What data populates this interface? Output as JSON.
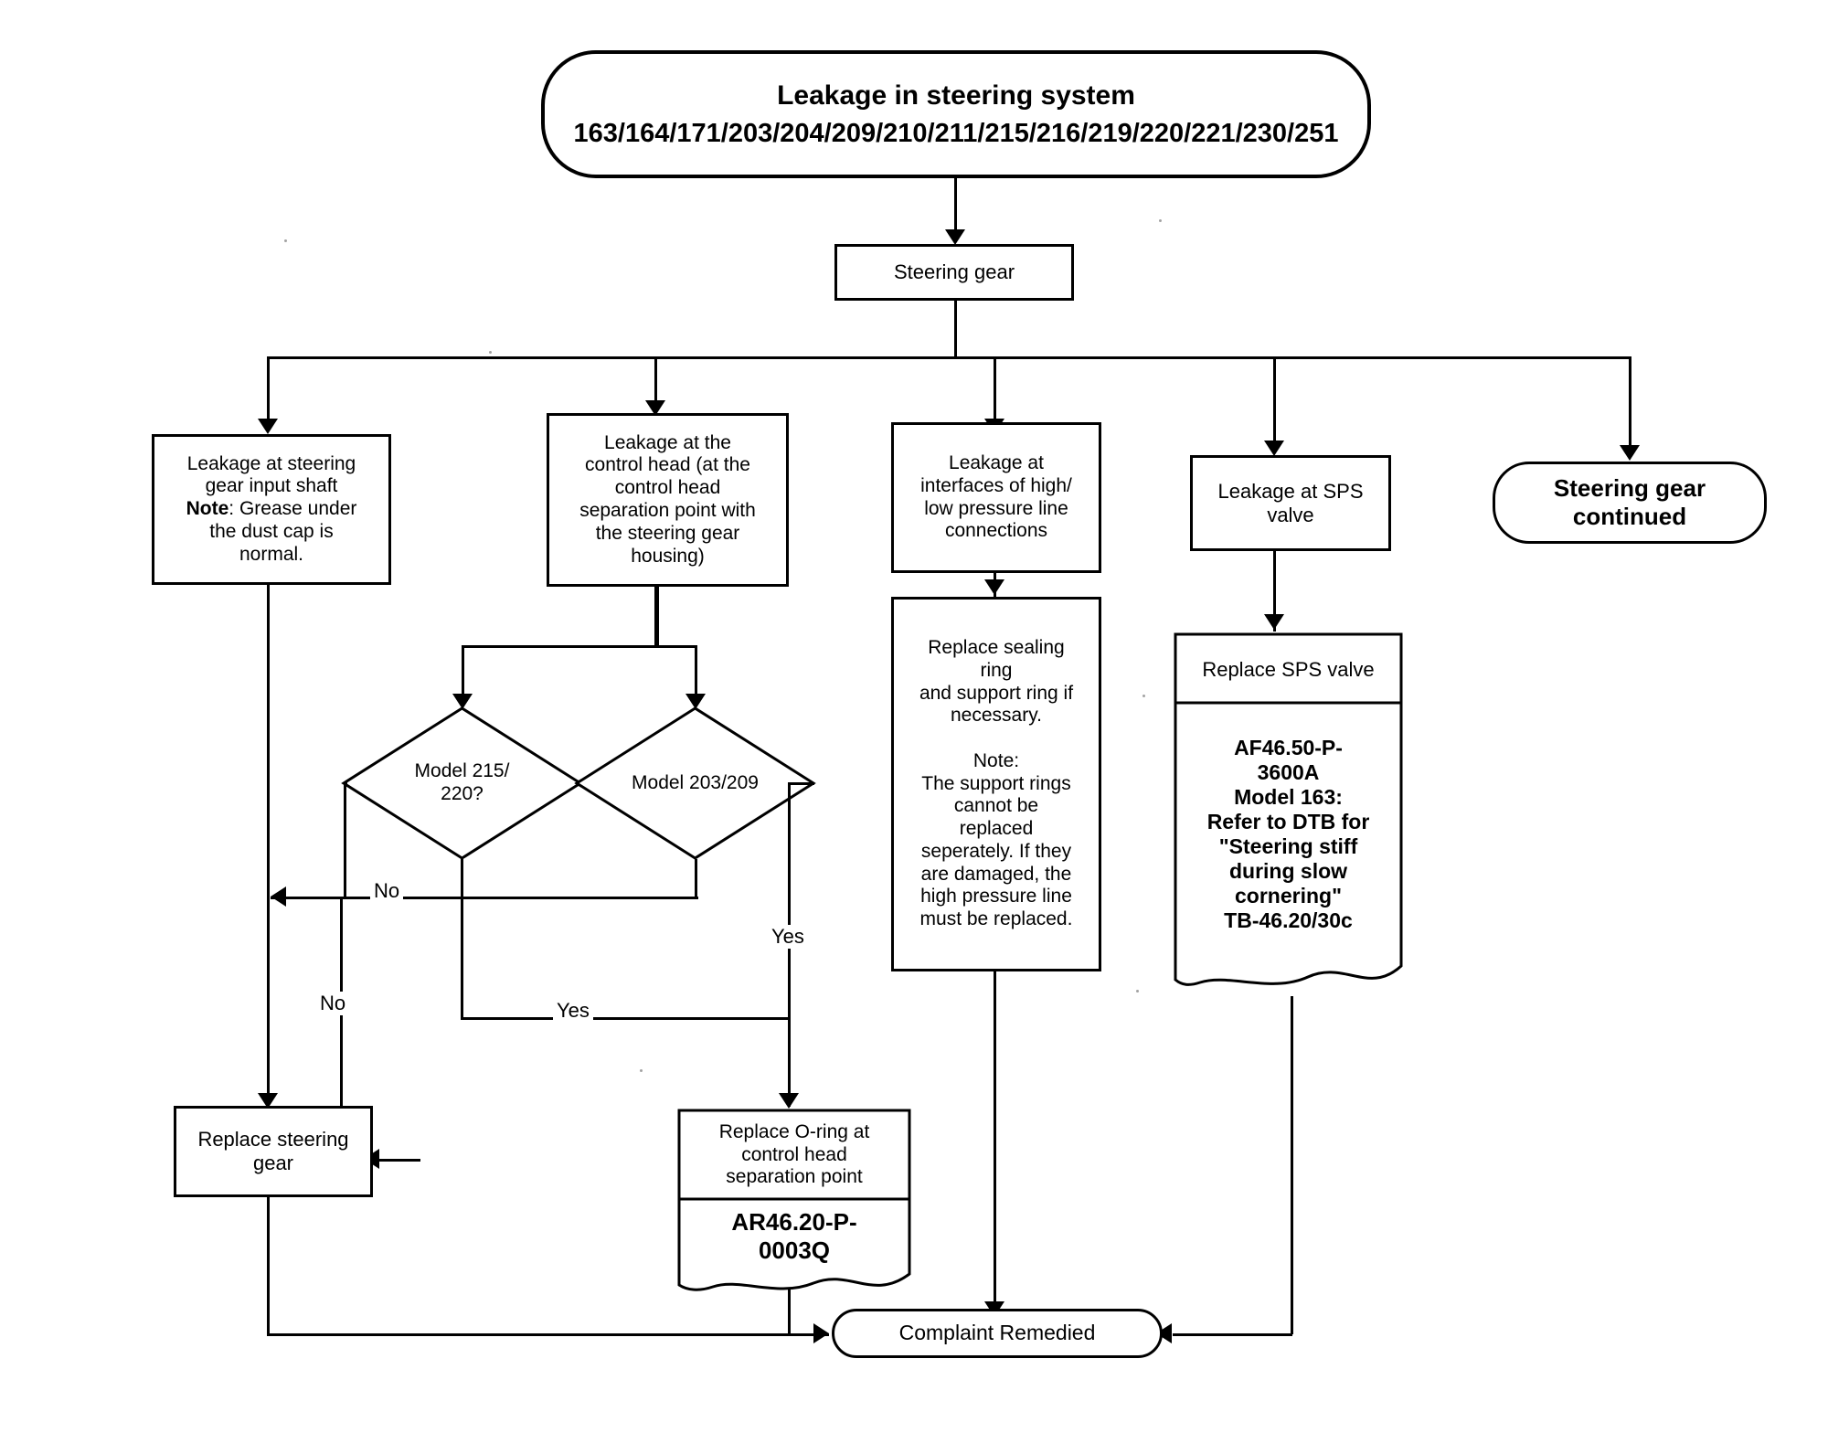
{
  "diagram": {
    "type": "flowchart",
    "title": "Leakage in steering system troubleshooting flowchart",
    "start": {
      "line1": "Leakage in steering system",
      "line2": "163/164/171/203/204/209/210/211/215/216/219/220/221/230/251"
    },
    "steering_gear": "Steering gear",
    "branches": {
      "input_shaft": "Leakage at steering\ngear input shaft\nNote: Grease under\nthe dust cap is\nnormal.",
      "input_shaft_plain": "Leakage at steering gear input shaft",
      "input_shaft_note_label": "Note",
      "input_shaft_note_rest": ": Grease under\nthe dust cap is\nnormal.",
      "control_head": "Leakage at the\ncontrol head (at the\ncontrol head\nseparation point with\nthe steering gear\nhousing)",
      "pressure_lines": "Leakage at\ninterfaces of high/\nlow pressure line\nconnections",
      "sps_valve": "Leakage at SPS\nvalve",
      "continued": "Steering gear\ncontinued"
    },
    "decisions": {
      "model_215_220": "Model 215/\n220?",
      "model_203_209": "Model 203/209"
    },
    "actions": {
      "sealing_ring": "Replace sealing\nring\nand support ring if\nnecessary.\n\nNote:\nThe support rings\ncannot be\nreplaced\nseperately. If they\nare damaged, the\nhigh pressure line\nmust be replaced.",
      "replace_sps_head": "Replace SPS valve",
      "replace_sps_body": "AF46.50-P-\n3600A\nModel 163:\nRefer to DTB for\n\"Steering stiff\nduring slow\ncornering\"\nTB-46.20/30c",
      "replace_steering_gear": "Replace steering\ngear",
      "replace_oring_head": "Replace O-ring at\ncontrol head\nseparation point",
      "replace_oring_body": "AR46.20-P-\n0003Q"
    },
    "end": "Complaint Remedied",
    "edge_labels": {
      "no_1": "No",
      "no_2": "No",
      "yes_1": "Yes",
      "yes_2": "Yes"
    },
    "colors": {
      "stroke": "#000000",
      "background": "#ffffff",
      "text": "#000000"
    }
  }
}
